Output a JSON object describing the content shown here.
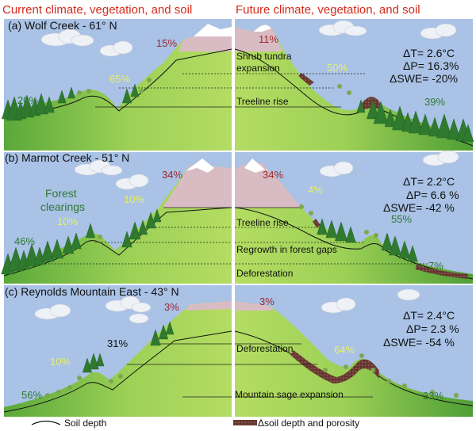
{
  "header": {
    "left_title": "Current climate, vegetation, and soil",
    "right_title": "Future climate, vegetation, and soil"
  },
  "colors": {
    "title_red": "#d42a1c",
    "sky": "#a9c2e6",
    "snow": "#ffffff",
    "alpine": "#d9bcc3",
    "grass_light": "#a9d65a",
    "grass_dark": "#63ae3c",
    "tree": "#2f7a2f",
    "pct_red": "#a0282e",
    "pct_green": "#2f7a2f",
    "pct_yellow": "#e6ef6a",
    "soil_line": "#111111",
    "soil_band": "#6a3a33"
  },
  "panels": [
    {
      "title": "(a) Wolf Creek - 61° N",
      "pct_left": [
        "15%",
        "65%",
        "20%"
      ],
      "pct_right": [
        "11%",
        "50%",
        "39%"
      ],
      "zones": [
        "Shrub tundra",
        "expansion",
        "Treeline rise"
      ],
      "stats": [
        "ΔT= 2.6°C",
        "ΔP= 16.3%",
        "ΔSWE= -20%"
      ]
    },
    {
      "title": "(b) Marmot Creek - 51° N",
      "pct_left": [
        "34%",
        "10%",
        "10%",
        "46%"
      ],
      "pct_right": [
        "34%",
        "4%",
        "55%",
        "7%"
      ],
      "zones": [
        "Treeline rise",
        "Regrowth in forest gaps",
        "Deforestation"
      ],
      "stats": [
        "ΔT= 2.2°C",
        "ΔP= 6.6 %",
        "ΔSWE= -42 %"
      ],
      "note": [
        "Forest",
        "clearings"
      ]
    },
    {
      "title": "(c) Reynolds Mountain East - 43° N",
      "pct_left": [
        "3%",
        "31%",
        "10%",
        "56%"
      ],
      "pct_right": [
        "3%",
        "64%",
        "33%"
      ],
      "zones": [
        "Deforestation",
        "Mountain sage expansion"
      ],
      "stats": [
        "ΔT= 2.4°C",
        "ΔP= 2.3 %",
        "ΔSWE= -54 %"
      ]
    }
  ],
  "legend": {
    "soil_depth": "Soil depth",
    "delta_soil": "Δsoil depth and porosity"
  }
}
